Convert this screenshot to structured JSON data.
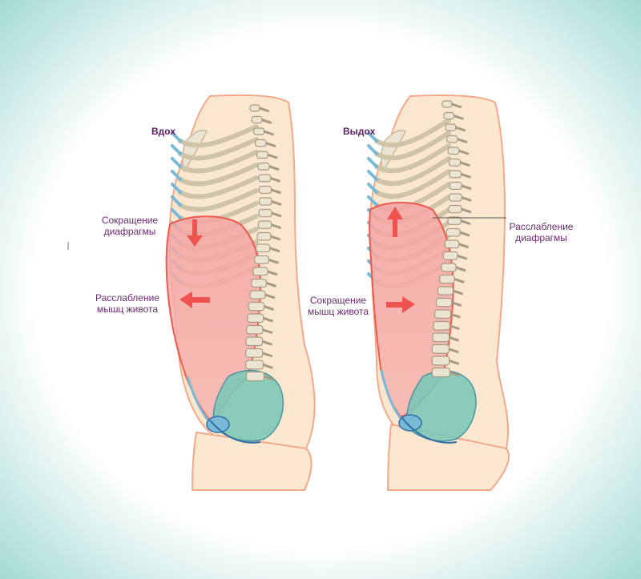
{
  "colors": {
    "background_edge": "#9fd8d2",
    "background_center": "#ffffff",
    "skin": "#fbe7cf",
    "skin_outline": "#f2a98a",
    "abdomen": "#f6a8a8",
    "diaphragm_line": "#ee5a4e",
    "arrow": "#ef5350",
    "pelvic_floor": "#7ec8b8",
    "cartilage": "#7ab8d8",
    "bone": "#ece4d2",
    "label_text": "#6b2a6f"
  },
  "panels": [
    {
      "title": "Вдох",
      "labels": [
        {
          "line1": "Сокращение",
          "line2": "диафрагмы"
        },
        {
          "line1": "Расслабление",
          "line2": "мышц живота"
        }
      ]
    },
    {
      "title": "Выдох",
      "labels": [
        {
          "line1": "Расслабление",
          "line2": "диафрагмы"
        },
        {
          "line1": "Сокращение",
          "line2": "мышц живота"
        }
      ]
    }
  ]
}
